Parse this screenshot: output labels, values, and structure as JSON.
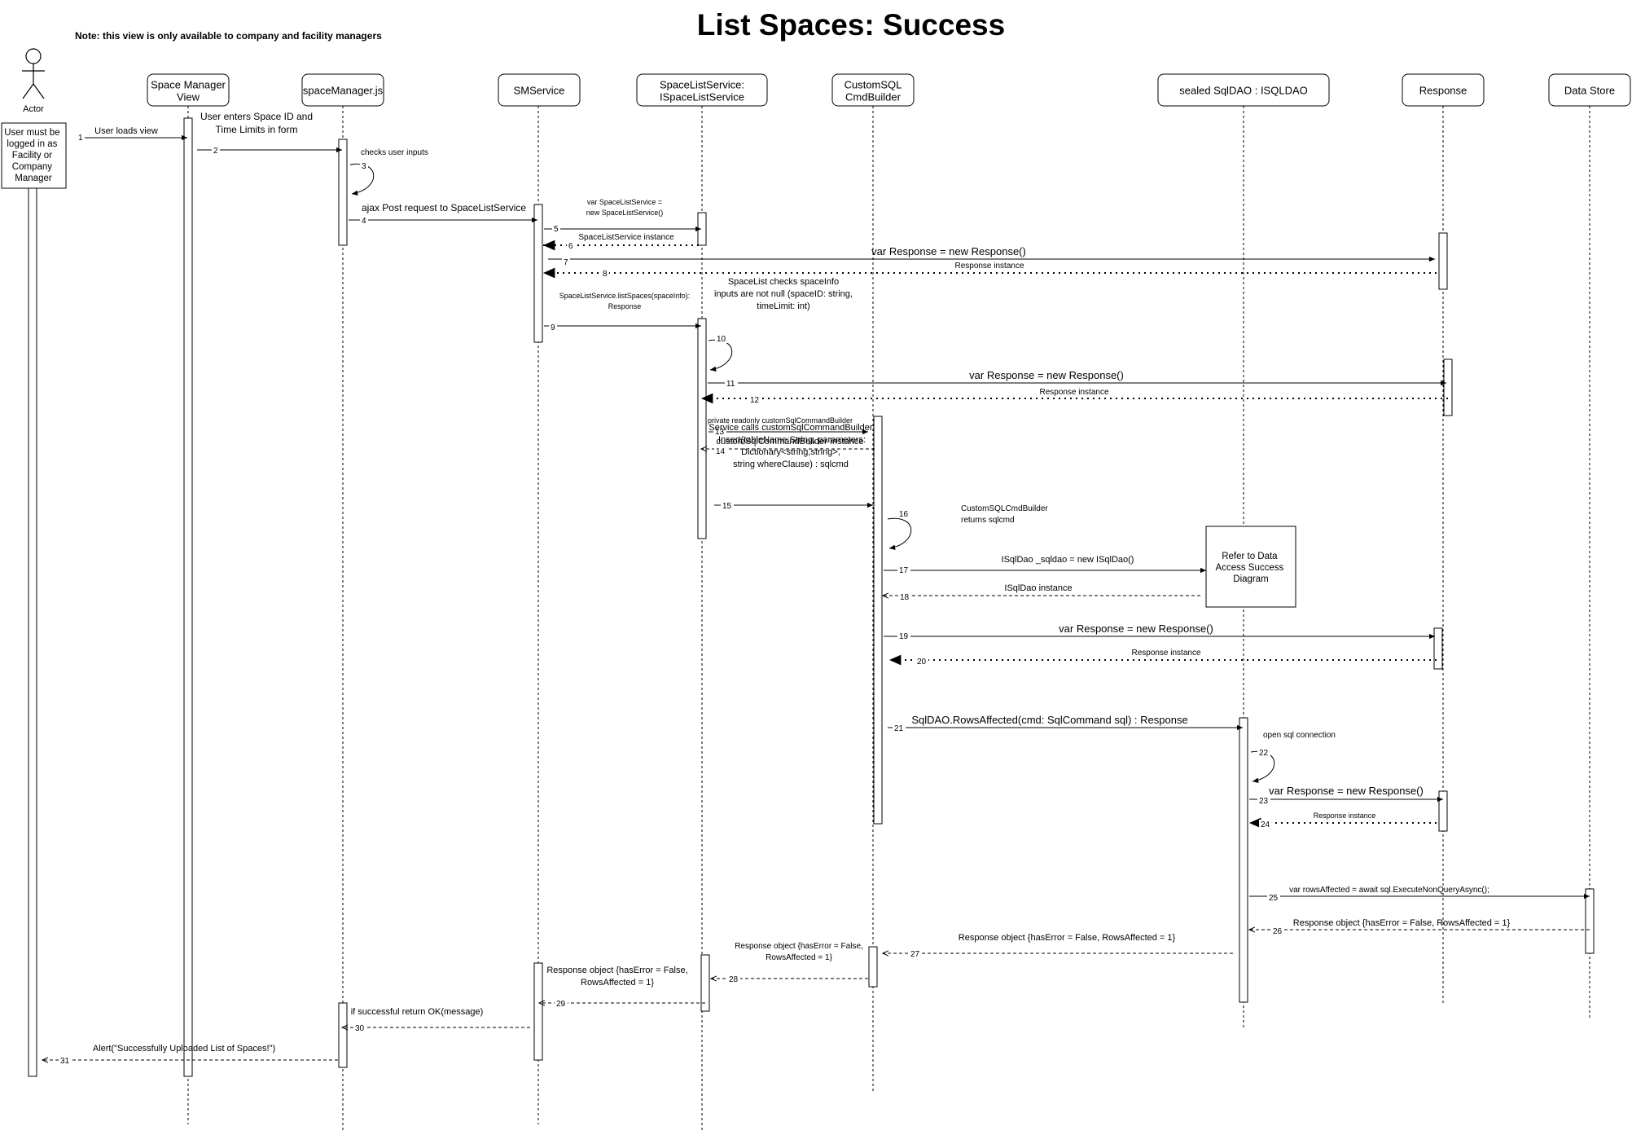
{
  "title": "List Spaces: Success",
  "note": "Note: this view is only available to company and facility managers",
  "actor": {
    "label": "Actor",
    "constraint": [
      "User must be",
      "logged in as",
      "Facility or",
      "Company",
      "Manager"
    ]
  },
  "participants": [
    {
      "id": "actor",
      "lines": [
        "Actor"
      ]
    },
    {
      "id": "view",
      "lines": [
        "Space Manager",
        "View"
      ]
    },
    {
      "id": "js",
      "lines": [
        "spaceManager.js"
      ]
    },
    {
      "id": "sms",
      "lines": [
        "SMService"
      ]
    },
    {
      "id": "sls",
      "lines": [
        "SpaceListService:",
        "ISpaceListService"
      ]
    },
    {
      "id": "csb",
      "lines": [
        "CustomSQL",
        "CmdBuilder"
      ]
    },
    {
      "id": "dao",
      "lines": [
        "sealed SqlDAO : ISQLDAO"
      ]
    },
    {
      "id": "resp",
      "lines": [
        "Response"
      ]
    },
    {
      "id": "ds",
      "lines": [
        "Data Store"
      ]
    }
  ],
  "ref_box": {
    "lines": [
      "Refer to Data",
      "Access Success",
      "Diagram"
    ]
  },
  "messages": [
    {
      "n": "1",
      "from": "actor",
      "to": "view",
      "kind": "sync",
      "lines": [
        "User loads view"
      ]
    },
    {
      "n": "2",
      "from": "view",
      "to": "js",
      "kind": "sync",
      "lines": [
        "User enters Space ID and",
        "Time Limits in form"
      ]
    },
    {
      "n": "3",
      "from": "js",
      "to": "js",
      "kind": "self",
      "lines": [
        "checks user inputs"
      ]
    },
    {
      "n": "4",
      "from": "js",
      "to": "sms",
      "kind": "sync",
      "lines": [
        "ajax Post request to SpaceListService"
      ]
    },
    {
      "n": "5",
      "from": "sms",
      "to": "sls",
      "kind": "sync",
      "lines": [
        "var SpaceListService =",
        "new SpaceListService()"
      ]
    },
    {
      "n": "6",
      "from": "sls",
      "to": "sms",
      "kind": "return",
      "lines": [
        "SpaceListService instance"
      ]
    },
    {
      "n": "7",
      "from": "sms",
      "to": "resp",
      "kind": "sync",
      "lines": [
        "var Response = new Response()"
      ]
    },
    {
      "n": "8",
      "from": "resp",
      "to": "sms",
      "kind": "return",
      "lines": [
        "Response instance"
      ]
    },
    {
      "n": "9",
      "from": "sms",
      "to": "sls",
      "kind": "sync",
      "lines": [
        "SpaceListService.listSpaces(spaceInfo):",
        "Response"
      ]
    },
    {
      "n": "10",
      "from": "sls",
      "to": "sls",
      "kind": "self",
      "lines": [
        "SpaceList checks spaceInfo",
        "inputs are not null (spaceID: string,",
        "timeLimit: int)"
      ]
    },
    {
      "n": "11",
      "from": "sls",
      "to": "resp",
      "kind": "sync",
      "lines": [
        "var Response = new Response()"
      ]
    },
    {
      "n": "12",
      "from": "resp",
      "to": "sls",
      "kind": "return",
      "lines": [
        "Response instance"
      ]
    },
    {
      "n": "13",
      "from": "sls",
      "to": "csb",
      "kind": "sync",
      "lines": [
        "private readonly customSqlCommandBuilder"
      ]
    },
    {
      "n": "14",
      "from": "csb",
      "to": "sls",
      "kind": "return",
      "lines": [
        "customSqlCommandBuilder Instance"
      ]
    },
    {
      "n": "15",
      "from": "sls",
      "to": "csb",
      "kind": "sync",
      "lines": [
        "Service calls customSqlCommandBuilder",
        ".Insert(tableName:String, parameters:",
        "Dictionary<string,string>,",
        "string whereClause) : sqlcmd"
      ]
    },
    {
      "n": "16",
      "from": "csb",
      "to": "csb",
      "kind": "self",
      "lines": [
        "CustomSQLCmdBuilder",
        "returns sqlcmd"
      ]
    },
    {
      "n": "17",
      "from": "csb",
      "to": "ref",
      "kind": "sync",
      "lines": [
        "ISqlDao  _sqldao = new ISqlDao()"
      ]
    },
    {
      "n": "18",
      "from": "ref",
      "to": "csb",
      "kind": "return",
      "lines": [
        "ISqlDao instance"
      ]
    },
    {
      "n": "19",
      "from": "csb",
      "to": "resp",
      "kind": "sync",
      "lines": [
        "var Response = new Response()"
      ]
    },
    {
      "n": "20",
      "from": "resp",
      "to": "csb",
      "kind": "return",
      "lines": [
        "Response instance"
      ]
    },
    {
      "n": "21",
      "from": "csb",
      "to": "dao",
      "kind": "sync",
      "lines": [
        "SqlDAO.RowsAffected(cmd: SqlCommand sql) : Response"
      ]
    },
    {
      "n": "22",
      "from": "dao",
      "to": "dao",
      "kind": "self",
      "lines": [
        "open sql connection"
      ]
    },
    {
      "n": "23",
      "from": "dao",
      "to": "resp",
      "kind": "sync",
      "lines": [
        "var Response = new Response()"
      ]
    },
    {
      "n": "24",
      "from": "resp",
      "to": "dao",
      "kind": "return",
      "lines": [
        "Response instance"
      ]
    },
    {
      "n": "25",
      "from": "dao",
      "to": "ds",
      "kind": "sync",
      "lines": [
        "var rowsAffected = await sql.ExecuteNonQueryAsync();"
      ]
    },
    {
      "n": "26",
      "from": "ds",
      "to": "dao",
      "kind": "return",
      "lines": [
        "Response object {hasError = False, RowsAffected = 1}"
      ]
    },
    {
      "n": "27",
      "from": "dao",
      "to": "csb",
      "kind": "return",
      "lines": [
        "Response object {hasError = False, RowsAffected = 1}"
      ]
    },
    {
      "n": "28",
      "from": "csb",
      "to": "sls",
      "kind": "return",
      "lines": [
        "Response object {hasError = False,",
        "RowsAffected = 1}"
      ]
    },
    {
      "n": "29",
      "from": "sls",
      "to": "sms",
      "kind": "return",
      "lines": [
        "Response object {hasError = False,",
        "RowsAffected = 1}"
      ]
    },
    {
      "n": "30",
      "from": "sms",
      "to": "js",
      "kind": "return",
      "lines": [
        "if successful return OK(message)"
      ]
    },
    {
      "n": "31",
      "from": "js",
      "to": "actor",
      "kind": "return",
      "lines": [
        "Alert(\"Successfully Uploaded List of Spaces!\")"
      ]
    }
  ]
}
